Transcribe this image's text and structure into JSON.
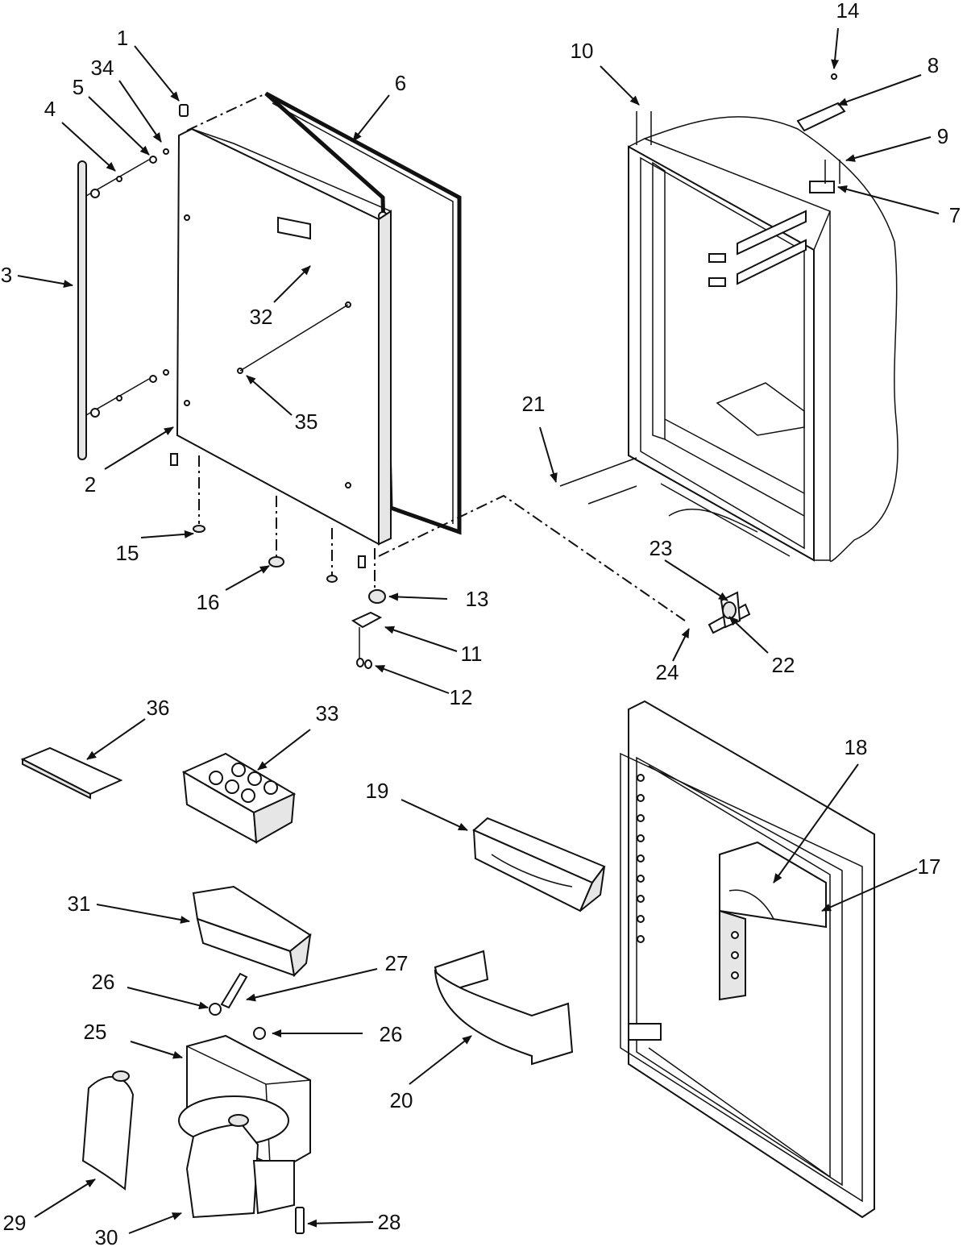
{
  "callouts": [
    "1",
    "2",
    "3",
    "4",
    "5",
    "6",
    "7",
    "8",
    "9",
    "10",
    "11",
    "12",
    "13",
    "14",
    "15",
    "16",
    "17",
    "18",
    "19",
    "20",
    "21",
    "22",
    "23",
    "24",
    "25",
    "26",
    "26",
    "27",
    "28",
    "29",
    "30",
    "31",
    "32",
    "33",
    "34",
    "35",
    "36"
  ],
  "colors": {
    "ink": "#111111",
    "paper": "#ffffff",
    "shade": "#e6e6e6"
  }
}
